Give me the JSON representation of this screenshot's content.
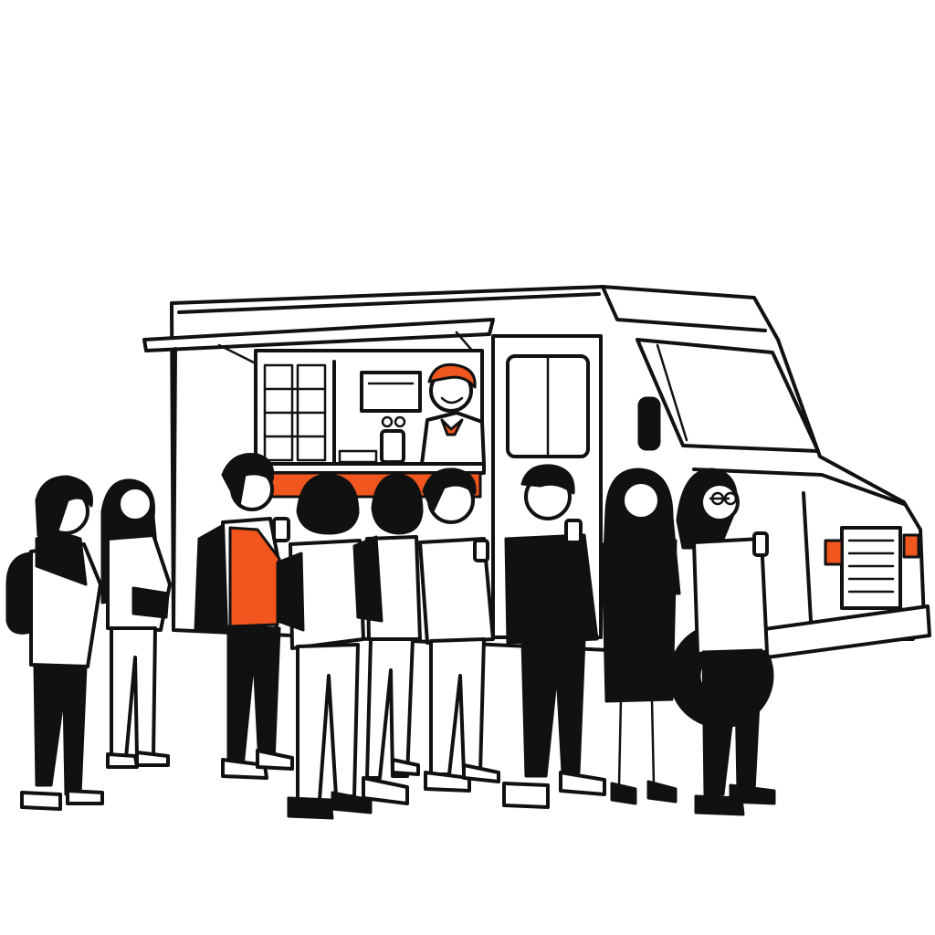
{
  "scene": {
    "subject": "food-truck-queue",
    "style": "black-ink-sketch",
    "colors": {
      "ink": "#111111",
      "paper": "#ffffff",
      "accent": "#f0561d"
    },
    "icons": [
      "food-truck",
      "vendor",
      "customers",
      "smartphones",
      "backpacks"
    ]
  }
}
